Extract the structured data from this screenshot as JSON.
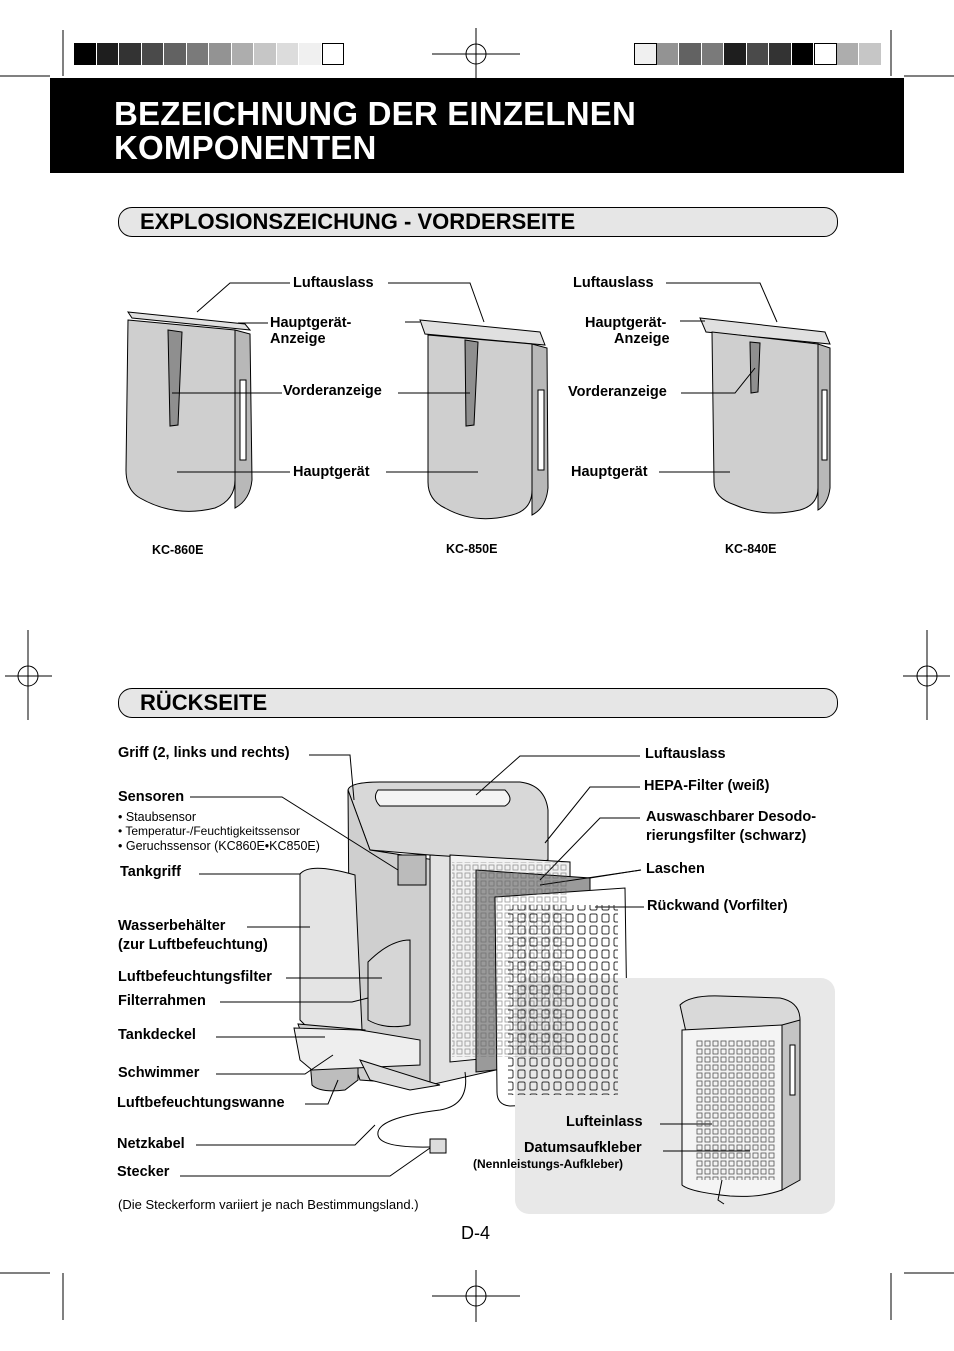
{
  "header": {
    "title_line1": "BEZEICHNUNG DER EINZELNEN",
    "title_line2": "KOMPONENTEN"
  },
  "colors": {
    "title_bg": "#000000",
    "section_bg": "#e6e6e6",
    "device_body": "#cfcfcf",
    "inset_bg": "#e8e8e8"
  },
  "section_front": {
    "title": "EXPLOSIONSZEICHUNG - VORDERSEITE",
    "models": [
      "KC-860E",
      "KC-850E",
      "KC-840E"
    ],
    "labels": {
      "luftauslass": "Luftauslass",
      "anzeige_l1": "Hauptgerät-",
      "anzeige_l2": "Anzeige",
      "vorderanzeige": "Vorderanzeige",
      "hauptgeraet": "Hauptgerät"
    }
  },
  "section_back": {
    "title": "RÜCKSEITE",
    "labels": {
      "griff": "Griff (2, links und rechts)",
      "sensoren": "Sensoren",
      "sensor_items": [
        "• Staubsensor",
        "• Temperatur-/Feuchtigkeitssensor",
        "• Geruchssensor (KC860E•KC850E)"
      ],
      "tankgriff": "Tankgriff",
      "wasserbehaelter_l1": "Wasserbehälter",
      "wasserbehaelter_l2": "(zur Luftbefeuchtung)",
      "luftbefeuchtungsfilter": "Luftbefeuchtungsfilter",
      "filterrahmen": "Filterrahmen",
      "tankdeckel": "Tankdeckel",
      "schwimmer": "Schwimmer",
      "wanne": "Luftbefeuchtungswanne",
      "netzkabel": "Netzkabel",
      "stecker": "Stecker",
      "luftauslass": "Luftauslass",
      "hepa": "HEPA-Filter (weiß)",
      "desodo_l1": "Auswaschbarer Desodo-",
      "desodo_l2": "rierungsfilter (schwarz)",
      "laschen": "Laschen",
      "rueckwand": "Rückwand (Vorfilter)",
      "lufteinlass": "Lufteinlass",
      "datum": "Datumsaufkleber",
      "nennleistung": "(Nennleistungs-Aufkleber)"
    },
    "note": "(Die Steckerform variiert je nach Bestimmungsland.)"
  },
  "page_number": "D-4"
}
